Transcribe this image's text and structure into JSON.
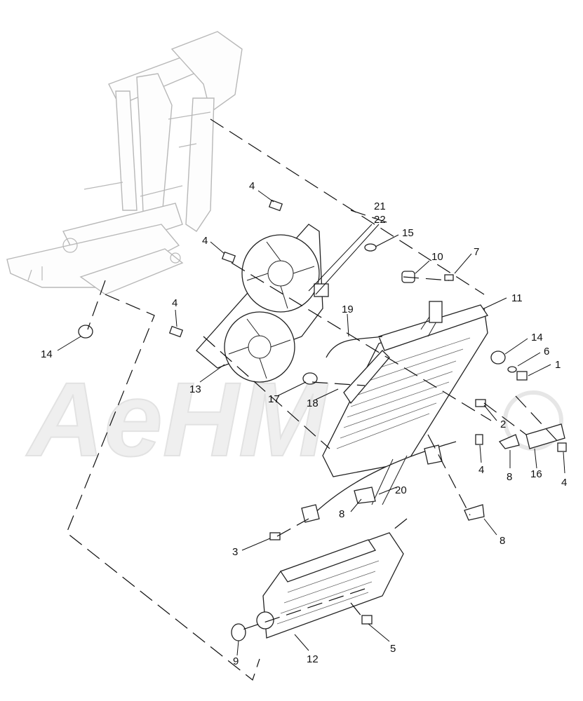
{
  "watermark": {
    "text": "AeHM"
  },
  "callouts": [
    {
      "id": "c4a",
      "label": "4"
    },
    {
      "id": "c21",
      "label": "21"
    },
    {
      "id": "c22",
      "label": "22"
    },
    {
      "id": "c15",
      "label": "15"
    },
    {
      "id": "c4b",
      "label": "4"
    },
    {
      "id": "c10",
      "label": "10"
    },
    {
      "id": "c7",
      "label": "7"
    },
    {
      "id": "c4c",
      "label": "4"
    },
    {
      "id": "c11",
      "label": "11"
    },
    {
      "id": "c19",
      "label": "19"
    },
    {
      "id": "c14a",
      "label": "14"
    },
    {
      "id": "c14b",
      "label": "14"
    },
    {
      "id": "c6",
      "label": "6"
    },
    {
      "id": "c1",
      "label": "1"
    },
    {
      "id": "c13",
      "label": "13"
    },
    {
      "id": "c17",
      "label": "17"
    },
    {
      "id": "c18",
      "label": "18"
    },
    {
      "id": "c2",
      "label": "2"
    },
    {
      "id": "c4d",
      "label": "4"
    },
    {
      "id": "c8a",
      "label": "8"
    },
    {
      "id": "c16",
      "label": "16"
    },
    {
      "id": "c4e",
      "label": "4"
    },
    {
      "id": "c20",
      "label": "20"
    },
    {
      "id": "c8b",
      "label": "8"
    },
    {
      "id": "c8c",
      "label": "8"
    },
    {
      "id": "c3",
      "label": "3"
    },
    {
      "id": "c5",
      "label": "5"
    },
    {
      "id": "c9",
      "label": "9"
    },
    {
      "id": "c12",
      "label": "12"
    }
  ]
}
